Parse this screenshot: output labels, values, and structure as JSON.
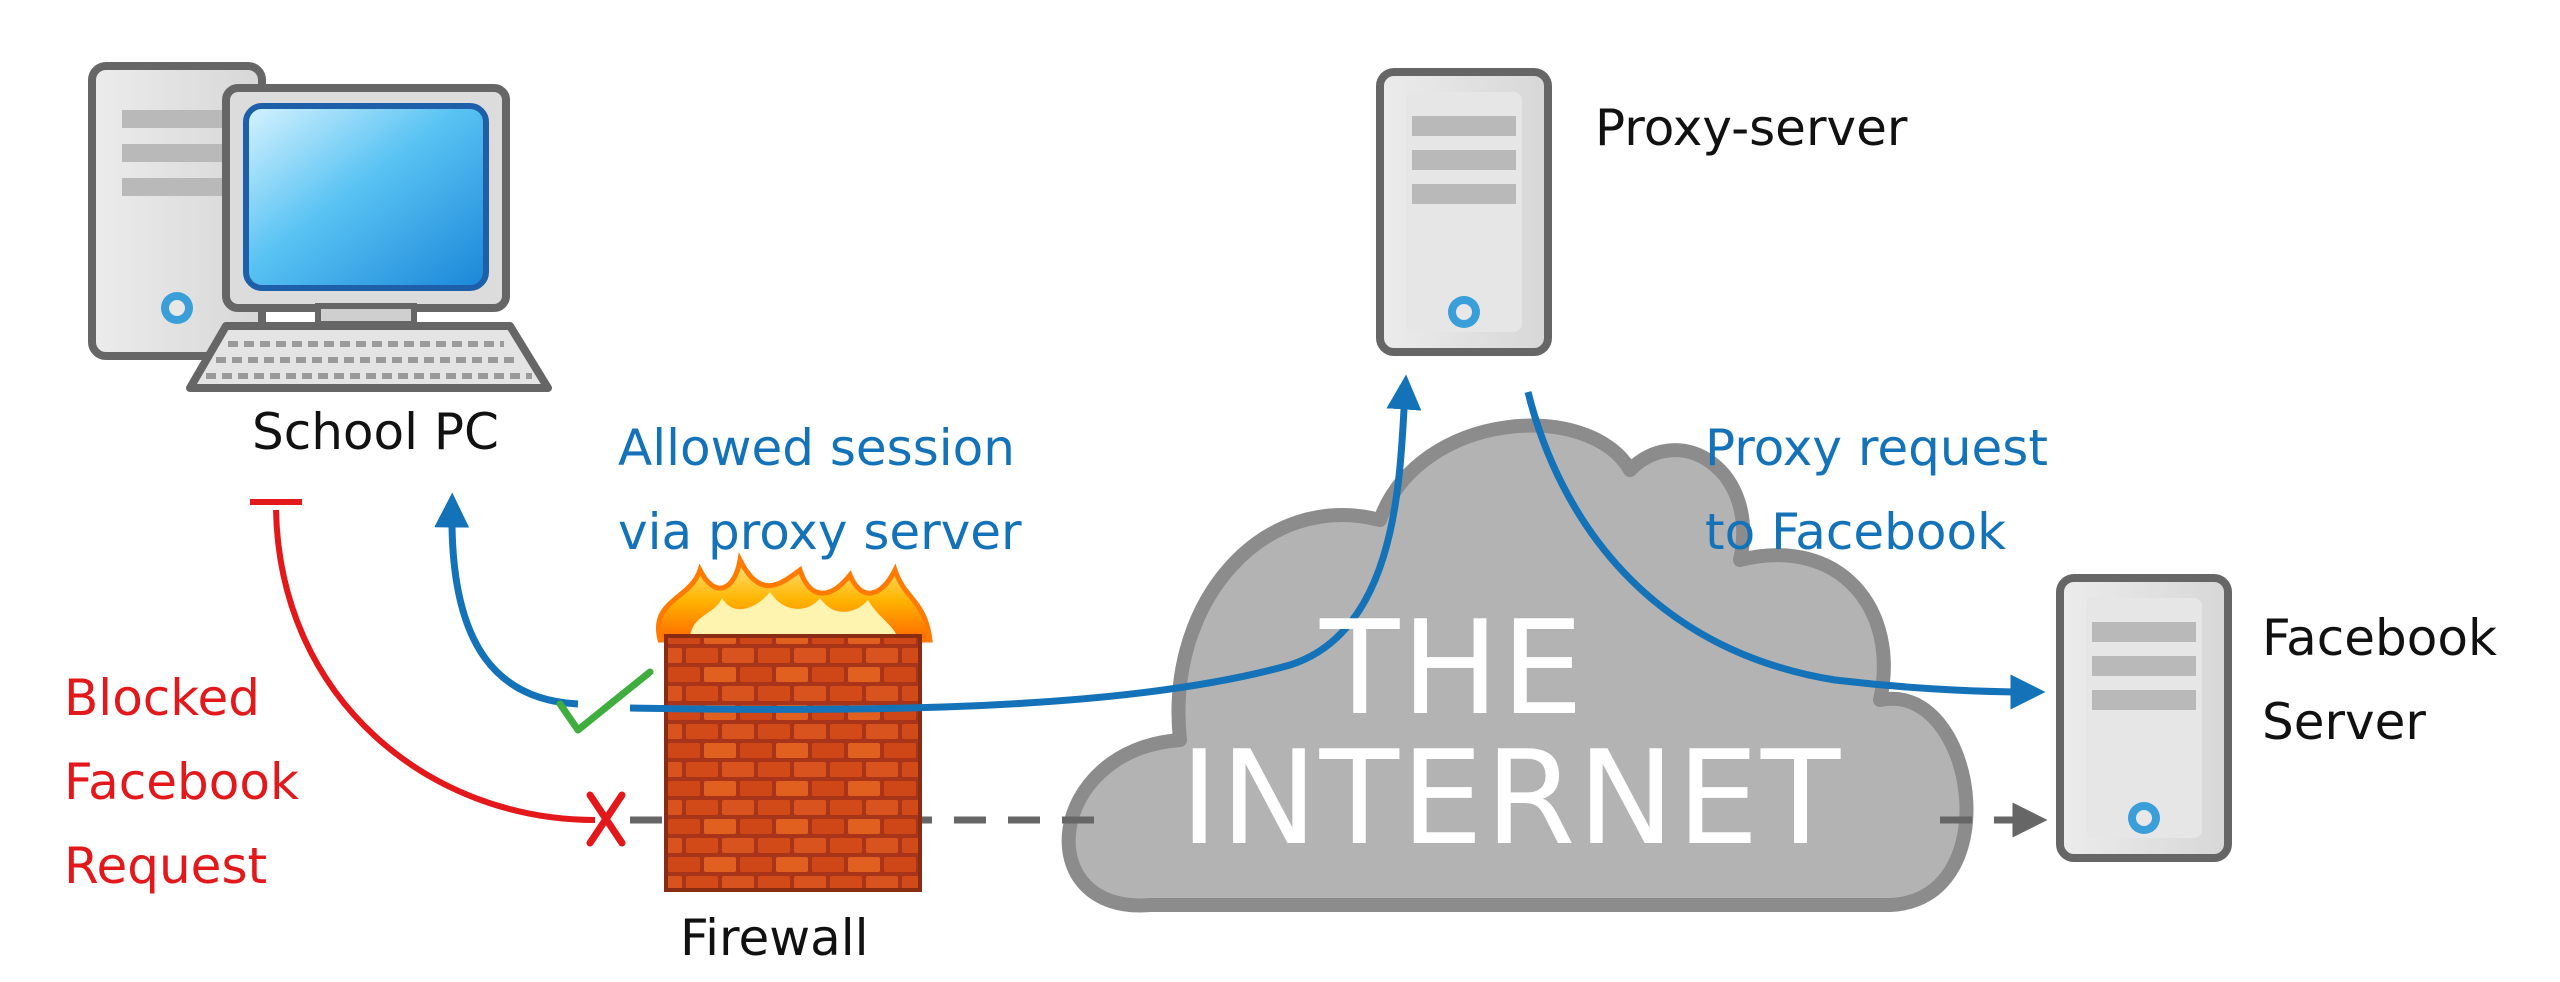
{
  "labels": {
    "school_pc": "School PC",
    "proxy_server": "Proxy-server",
    "facebook_server_line1": "Facebook",
    "facebook_server_line2": "Server",
    "firewall": "Firewall",
    "allowed_line1": "Allowed session",
    "allowed_line2": "via proxy server",
    "proxy_request_line1": "Proxy request",
    "proxy_request_line2": "to Facebook",
    "blocked_line1": "Blocked",
    "blocked_line2": "Facebook",
    "blocked_line3": "Request",
    "cloud_line1": "THE",
    "cloud_line2": "INTERNET"
  },
  "colors": {
    "allowed_path": "#1472b9",
    "blocked_path": "#e3181b",
    "dashed_path": "#666666",
    "check": "#3fae3f",
    "cloud": "#b3b3b3",
    "cloud_outline": "#8c8c8c"
  },
  "icons": {
    "pc": "desktop-computer-icon",
    "proxy": "server-icon",
    "facebook": "server-icon",
    "firewall": "burning-brick-wall-icon",
    "allowed": "check-icon",
    "blocked": "cross-icon"
  }
}
